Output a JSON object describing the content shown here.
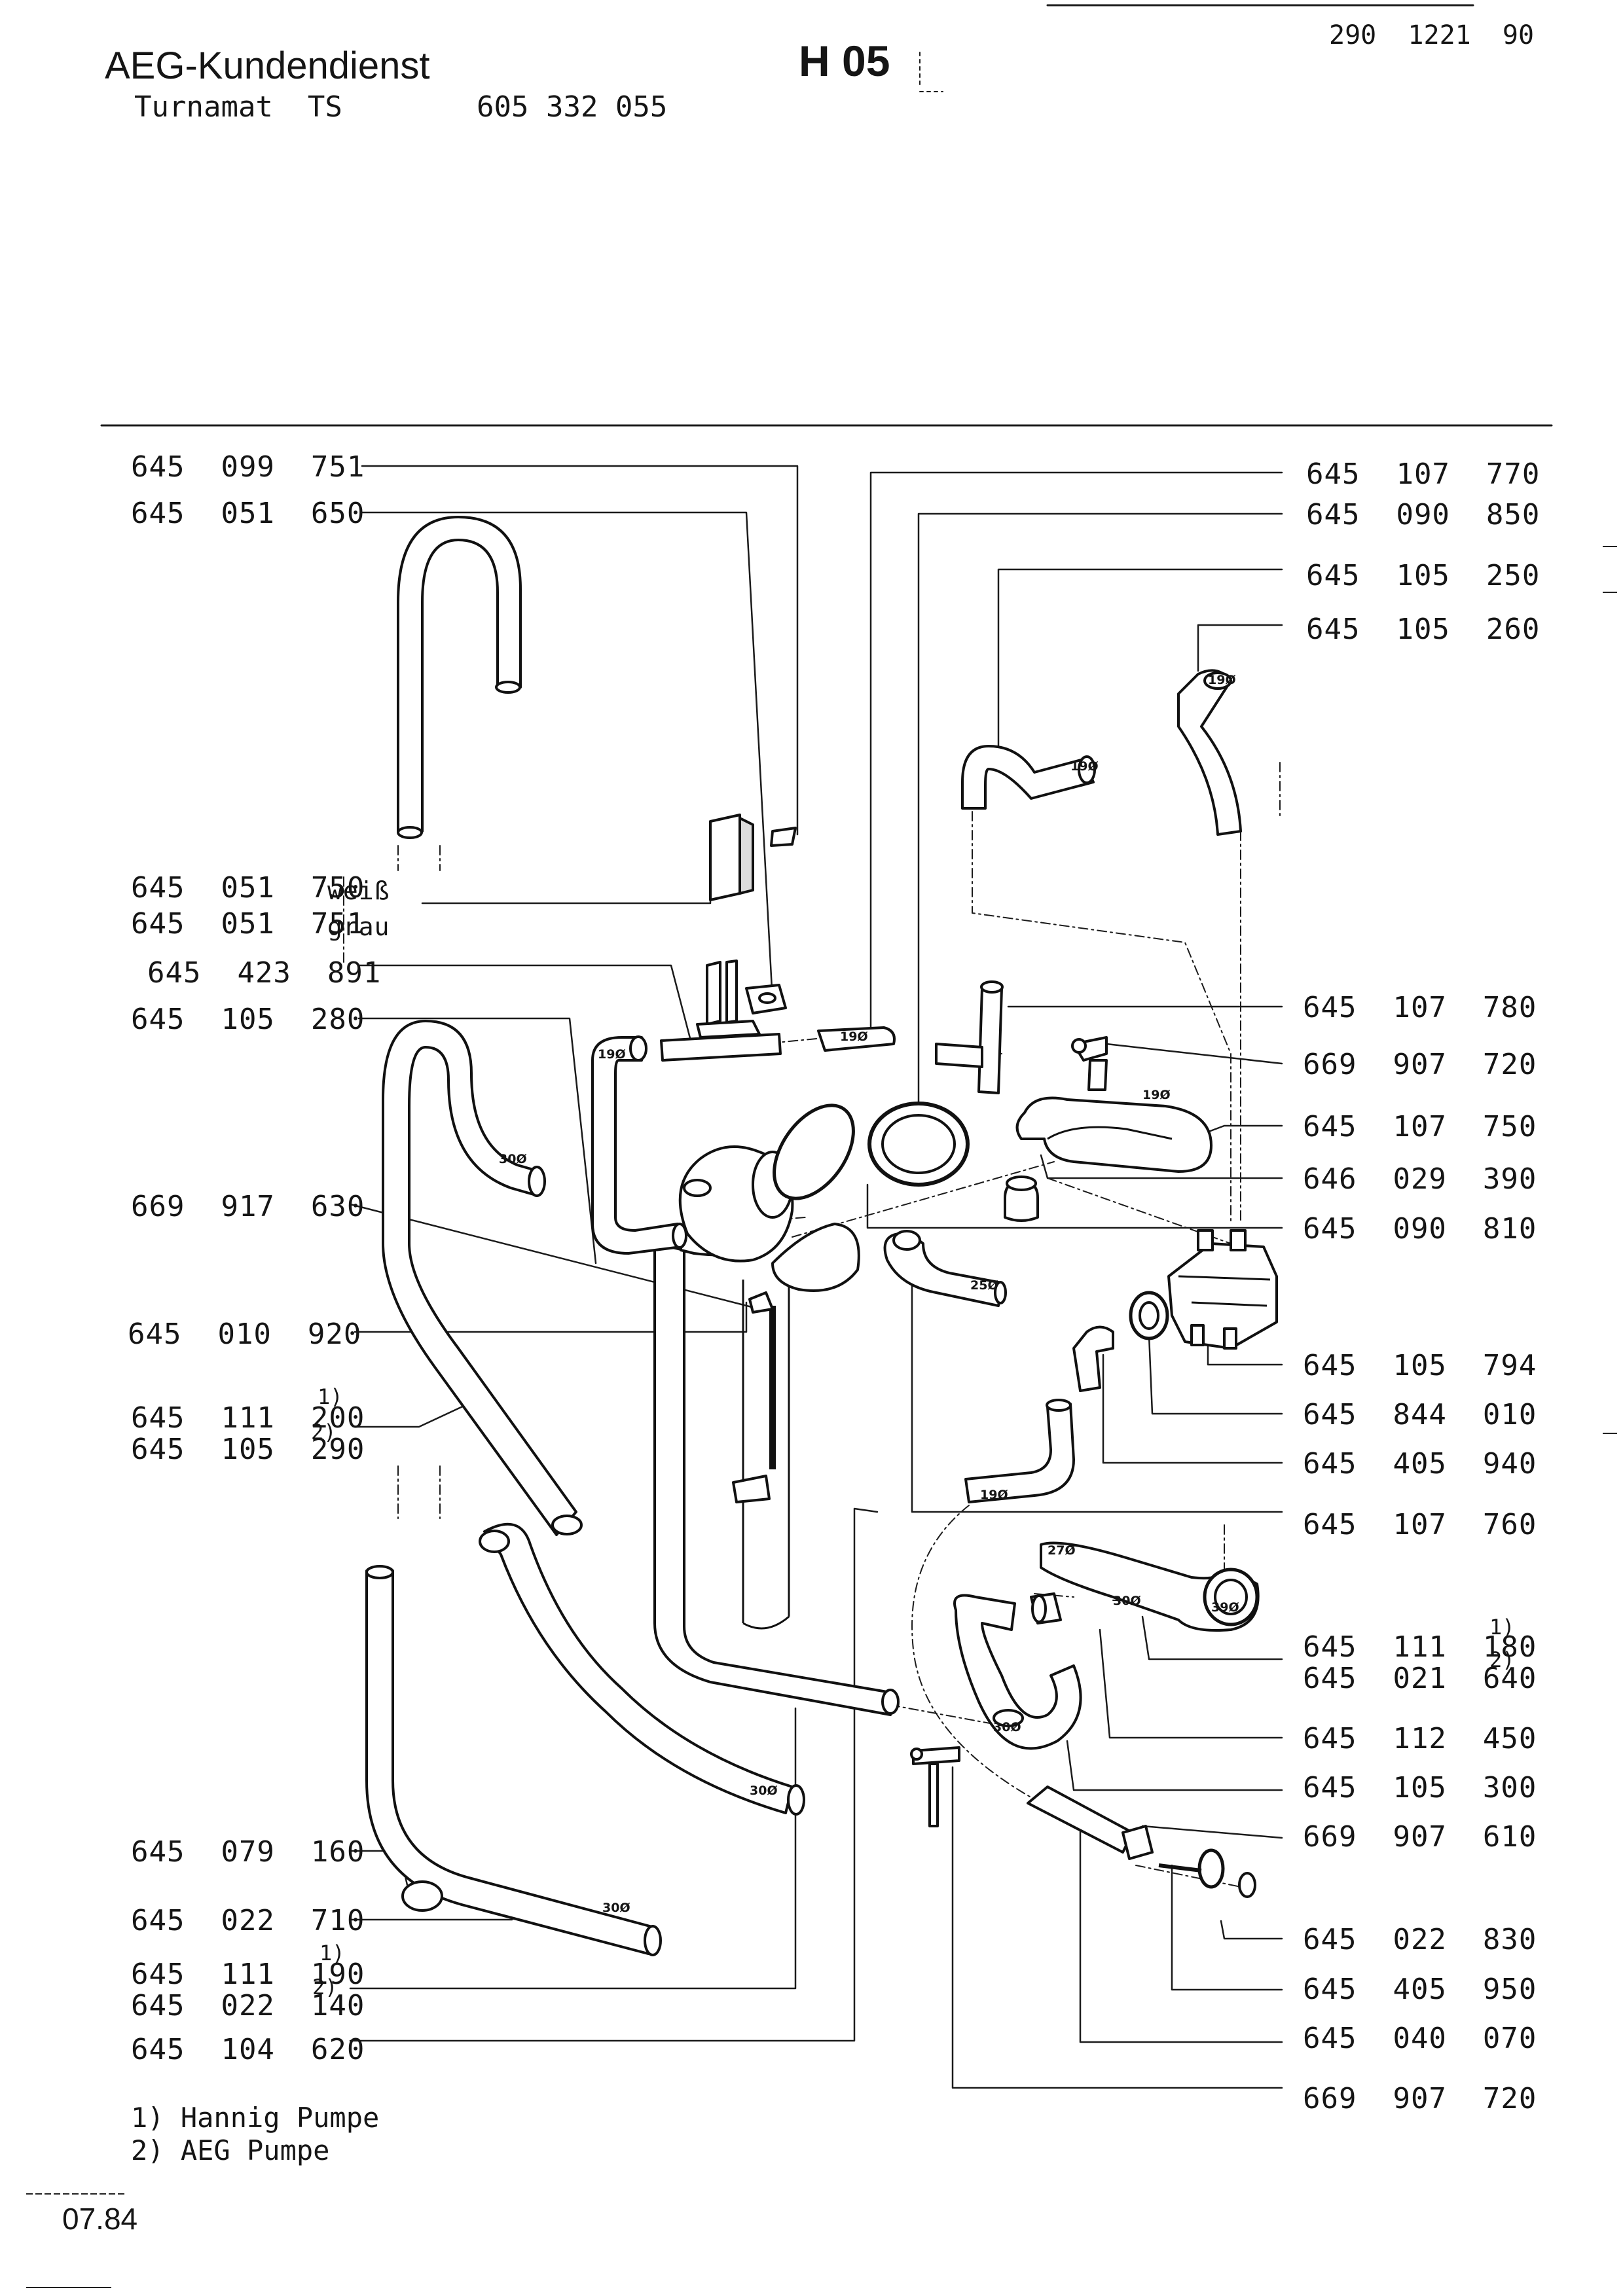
{
  "header": {
    "service": "AEG-Kundendienst",
    "model": "Turnamat  TS",
    "model_number": "605 332 055",
    "page_code": "H 05",
    "doc_number": "290  1221  90"
  },
  "left_labels": [
    {
      "number": "645  099  751"
    },
    {
      "number": "645  051  650"
    },
    {
      "number": "645  051  750",
      "note": "weiß"
    },
    {
      "number": "645  051  751",
      "note": "grau"
    },
    {
      "number": "645  423  891"
    },
    {
      "number": "645  105  280"
    },
    {
      "number": "669  917  630"
    },
    {
      "number": "645  010  920"
    },
    {
      "number": "645  111  200",
      "ref": "1)"
    },
    {
      "number": "645  105  290",
      "ref": "2)"
    },
    {
      "number": "645  079  160"
    },
    {
      "number": "645  022  710"
    },
    {
      "number": "645  111  190",
      "ref": "1)"
    },
    {
      "number": "645  022  140",
      "ref": "2)"
    },
    {
      "number": "645  104  620"
    }
  ],
  "right_labels": [
    {
      "number": "645  107  770"
    },
    {
      "number": "645  090  850"
    },
    {
      "number": "645  105  250"
    },
    {
      "number": "645  105  260"
    },
    {
      "number": "645  107  780"
    },
    {
      "number": "669  907  720"
    },
    {
      "number": "645  107  750"
    },
    {
      "number": "646  029  390"
    },
    {
      "number": "645  090  810"
    },
    {
      "number": "645  105  794"
    },
    {
      "number": "645  844  010"
    },
    {
      "number": "645  405  940"
    },
    {
      "number": "645  107  760"
    },
    {
      "number": "645  111  180",
      "ref": "1)"
    },
    {
      "number": "645  021  640",
      "ref": "2)"
    },
    {
      "number": "645  112  450"
    },
    {
      "number": "645  105  300"
    },
    {
      "number": "669  907  610"
    },
    {
      "number": "645  022  830"
    },
    {
      "number": "645  405  950"
    },
    {
      "number": "645  040  070"
    },
    {
      "number": "669  907  720"
    }
  ],
  "hose_sizes": {
    "s1": "30Ø",
    "s2": "19Ø",
    "s3": "19Ø",
    "s4": "19Ø",
    "s5": "19Ø",
    "s6": "19Ø",
    "s7": "25Ø",
    "s8": "19Ø",
    "s9": "27Ø",
    "s10": "30Ø",
    "s11": "39Ø",
    "s12": "30Ø",
    "s13": "30Ø",
    "s14": "30Ø"
  },
  "footnotes": [
    "1) Hannig Pumpe",
    "2) AEG Pumpe"
  ],
  "date": "07.84"
}
